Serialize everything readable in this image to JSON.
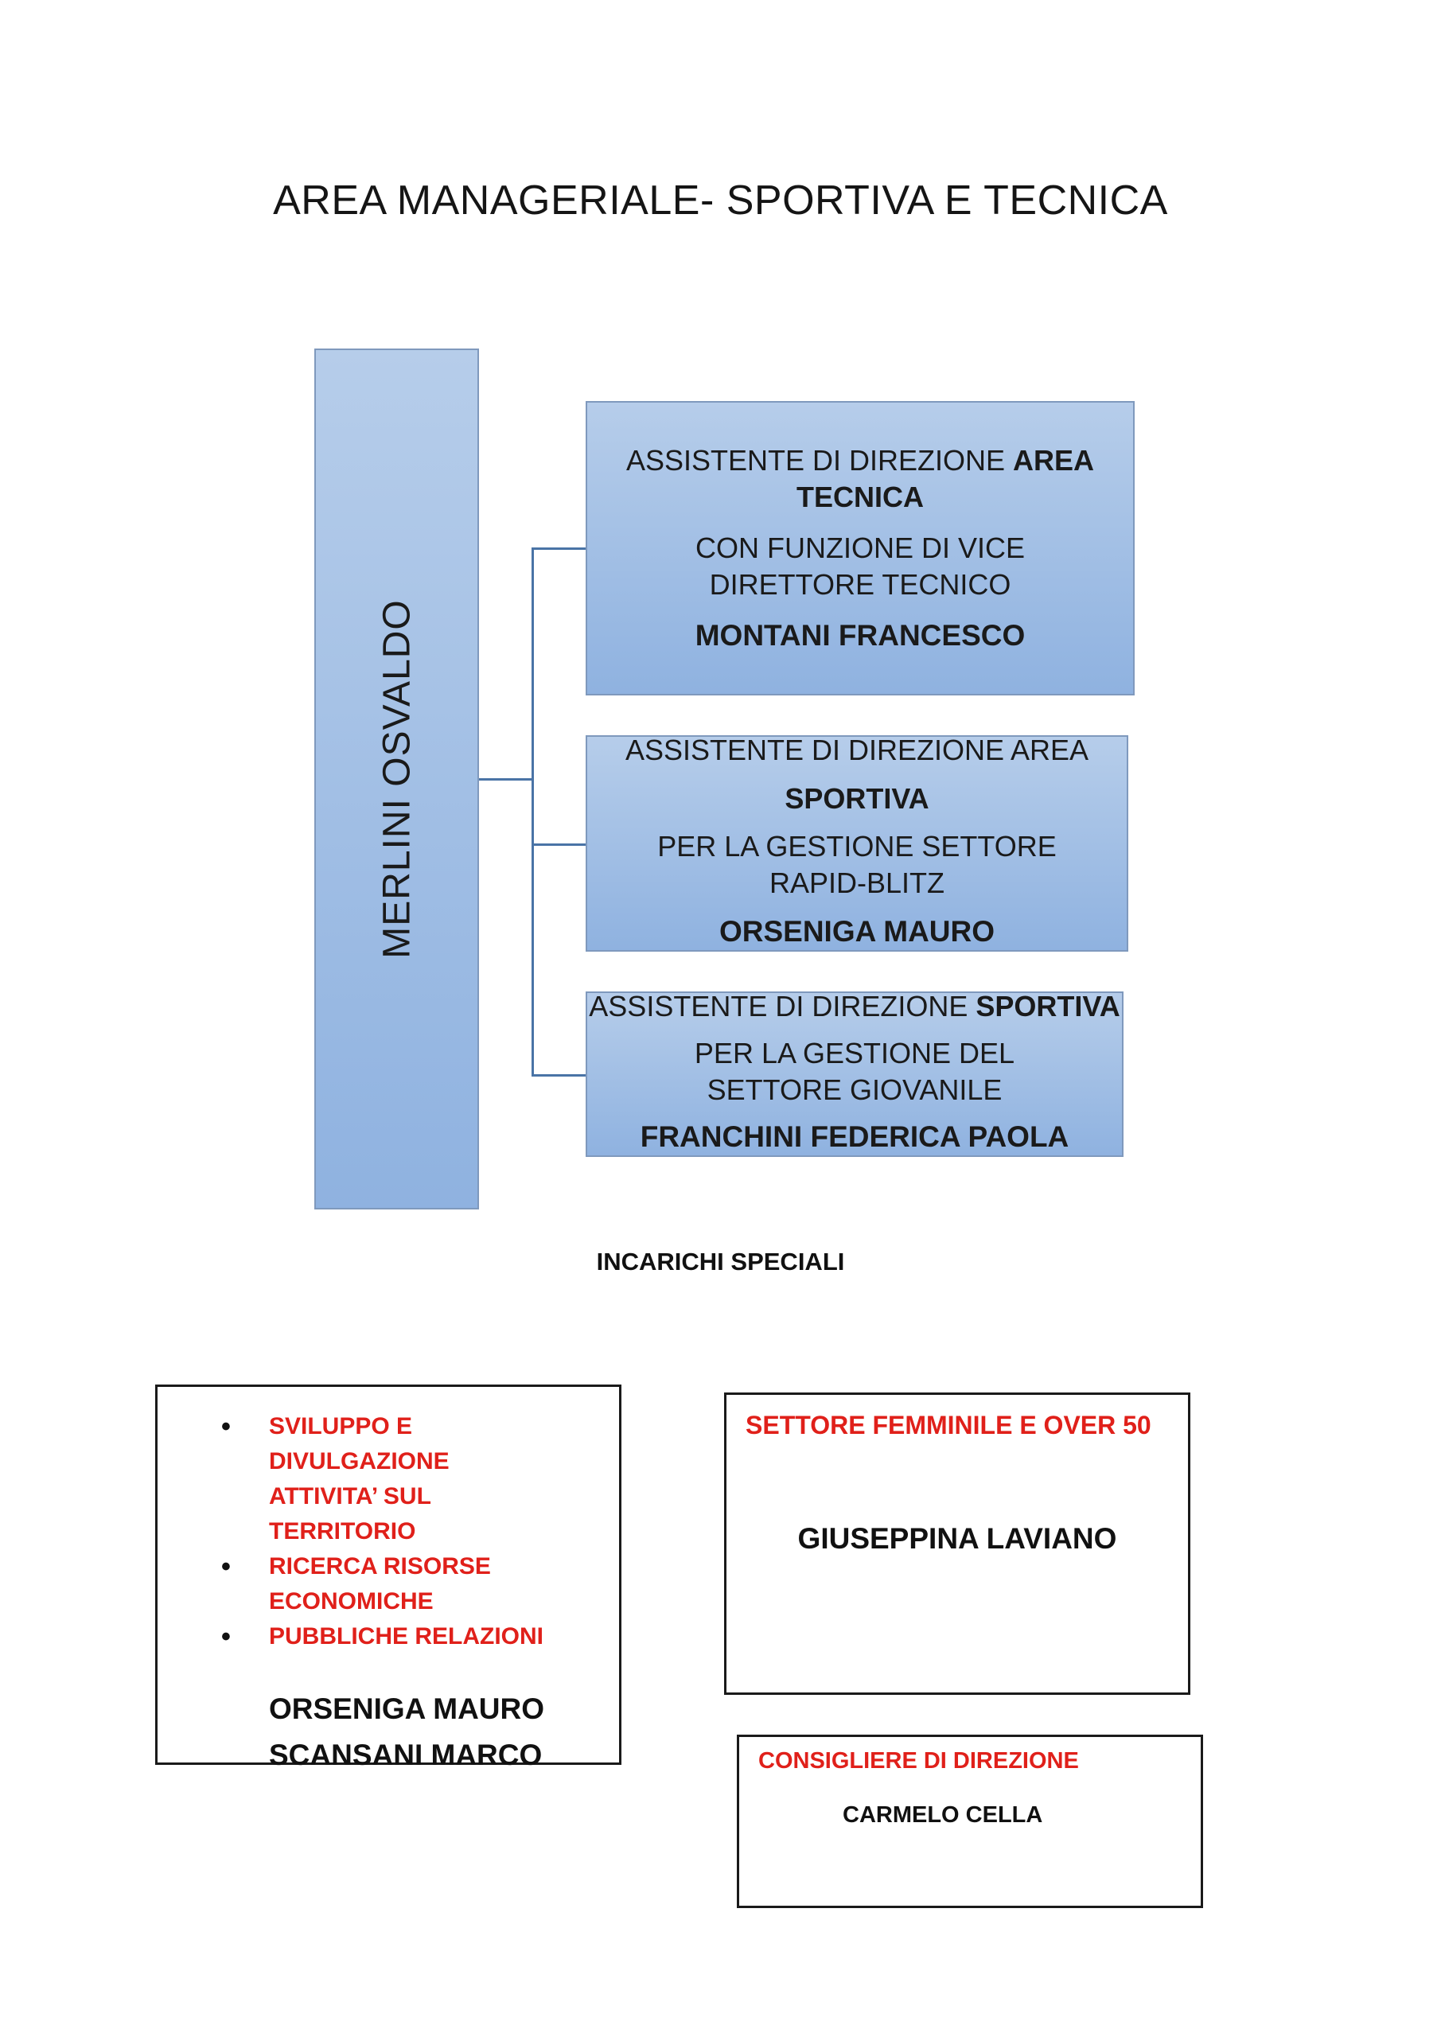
{
  "page": {
    "title": "AREA MANAGERIALE- SPORTIVA E TECNICA",
    "section_heading": "INCARICHI SPECIALI"
  },
  "org": {
    "root": "MERLINI OSVALDO",
    "children": [
      {
        "line1": "ASSISTENTE DI DIREZIONE ",
        "line1_bold": "AREA",
        "line2_bold": "TECNICA",
        "role": "CON FUNZIONE DI VICE DIRETTORE TECNICO",
        "name": "MONTANI FRANCESCO"
      },
      {
        "line1": "ASSISTENTE DI DIREZIONE AREA",
        "line2_bold": "SPORTIVA",
        "role": "PER LA GESTIONE SETTORE RAPID-BLITZ",
        "name": "ORSENIGA MAURO"
      },
      {
        "line1": "ASSISTENTE DI DIREZIONE ",
        "line1_bold": "SPORTIVA",
        "role": "PER LA GESTIONE DEL SETTORE GIOVANILE",
        "name": "FRANCHINI FEDERICA PAOLA"
      }
    ]
  },
  "special": {
    "tasks_box": {
      "items": [
        "SVILUPPO E DIVULGAZIONE ATTIVITA’ SUL TERRITORIO",
        "RICERCA RISORSE ECONOMICHE",
        "PUBBLICHE RELAZIONI"
      ],
      "people": [
        "ORSENIGA MAURO",
        "SCANSANI MARCO"
      ]
    },
    "women_box": {
      "title": "SETTORE FEMMINILE E OVER 50",
      "person": "GIUSEPPINA LAVIANO"
    },
    "council_box": {
      "title": "CONSIGLIERE DI DIREZIONE",
      "person": "CARMELO CELLA"
    }
  },
  "colors": {
    "box_top": "#b6cdea",
    "box_bottom": "#8fb2e0",
    "connector": "#4a74a6",
    "accent_red": "#e0201a"
  }
}
